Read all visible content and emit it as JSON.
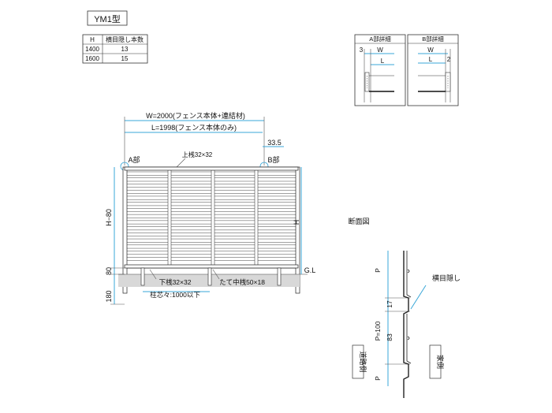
{
  "model_label": "YM1型",
  "table": {
    "headers": [
      "H",
      "横目隠し本数"
    ],
    "rows": [
      [
        "1400",
        "13"
      ],
      [
        "1600",
        "15"
      ]
    ]
  },
  "detail_a": {
    "title": "A部詳細",
    "dim_left": "3",
    "dim_w": "W",
    "dim_l": "L"
  },
  "detail_b": {
    "title": "B部詳細",
    "dim_w": "W",
    "dim_l": "L",
    "dim_right": "2"
  },
  "front": {
    "w_label": "W=2000(フェンス本体+連結材)",
    "l_label": "L=1998(フェンス本体のみ)",
    "dim_335": "33.5",
    "a_label": "A部",
    "b_label": "B部",
    "top_rail": "上桟32×32",
    "bottom_rail": "下桟32×32",
    "mid_rail": "たて中桟50×18",
    "post_pitch": "柱芯々:1000以下",
    "h80": "H−80",
    "dim80": "80",
    "dim180": "180",
    "h": "H",
    "gl": "G.L"
  },
  "section": {
    "title": "断面図",
    "p_top": "P",
    "p100": "P=100",
    "p_bottom": "P",
    "dim17": "17",
    "dim83": "83",
    "slat_label": "横目隠し",
    "road_side": "道路側",
    "house_side": "家側"
  }
}
